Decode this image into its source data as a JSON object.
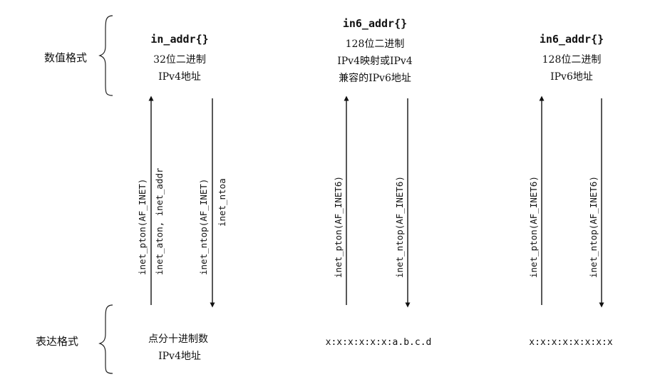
{
  "row_labels": {
    "numeric": "数值格式",
    "presentation": "表达格式"
  },
  "columns": [
    {
      "struct": "in_addr{}",
      "desc": [
        "32位二进制",
        "IPv4地址"
      ],
      "up_fn": [
        "inet_pton(AF_INET)",
        "inet_aton, inet_addr"
      ],
      "down_fn": [
        "inet_ntop(AF_INET)",
        "inet_ntoa"
      ],
      "presentation": [
        "点分十进制数",
        "IPv4地址"
      ]
    },
    {
      "struct": "in6_addr{}",
      "desc": [
        "128位二进制",
        "IPv4映射或IPv4",
        "兼容的IPv6地址"
      ],
      "up_fn": [
        "inet_pton(AF_INET6)"
      ],
      "down_fn": [
        "inet_ntop(AF_INET6)"
      ],
      "presentation": [
        "x:x:x:x:x:x:a.b.c.d"
      ]
    },
    {
      "struct": "in6_addr{}",
      "desc": [
        "128位二进制",
        "IPv6地址"
      ],
      "up_fn": [
        "inet_pton(AF_INET6)"
      ],
      "down_fn": [
        "inet_ntop(AF_INET6)"
      ],
      "presentation": [
        "x:x:x:x:x:x:x:x"
      ]
    }
  ]
}
